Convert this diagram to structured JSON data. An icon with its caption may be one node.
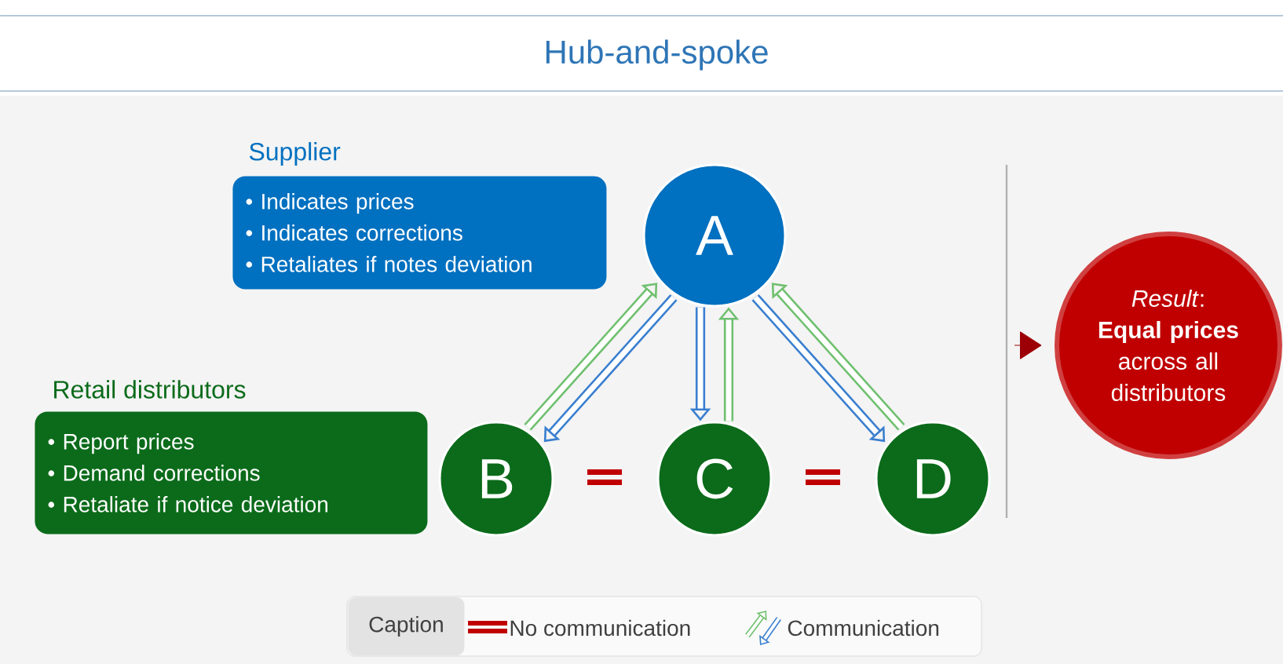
{
  "diagram": {
    "title": "Hub-and-spoke",
    "nodes": [
      {
        "text": [
          "Supplier",
          "• Indicates prices",
          "• Indicates corrections",
          "• Retaliates if notes deviation"
        ]
      },
      {
        "text": [
          "A"
        ]
      },
      {
        "text": [
          "Retail distributors",
          "• Report prices",
          "• Demand corrections",
          "• Retaliate if notice deviation"
        ]
      },
      {
        "text": [
          "B"
        ]
      },
      {
        "text": [
          "C"
        ]
      },
      {
        "text": [
          "D"
        ]
      },
      {
        "text": [
          "*Result*:",
          "Equal prices",
          "across all distributors"
        ]
      }
    ],
    "edges": [
      {
        "from": 3,
        "to": 1,
        "arrow": "to",
        "color": "#70c070"
      },
      {
        "from": 1,
        "to": 3,
        "arrow": "to",
        "color": "#3a7fcf"
      },
      {
        "from": 1,
        "to": 4,
        "arrow": "to",
        "color": "#3a7fcf"
      },
      {
        "from": 4,
        "to": 1,
        "arrow": "to",
        "color": "#70c070"
      },
      {
        "from": 5,
        "to": 1,
        "arrow": "to",
        "color": "#70c070"
      },
      {
        "from": 1,
        "to": 5,
        "arrow": "to",
        "color": "#3a7fcf"
      },
      {
        "from": null,
        "to": 6,
        "arrow": "to",
        "color": "#9c0006"
      }
    ],
    "labels": [
      "Caption"
    ],
    "legend": [
      {
        "text": "No communication"
      },
      {
        "text": "Communication"
      }
    ]
  }
}
